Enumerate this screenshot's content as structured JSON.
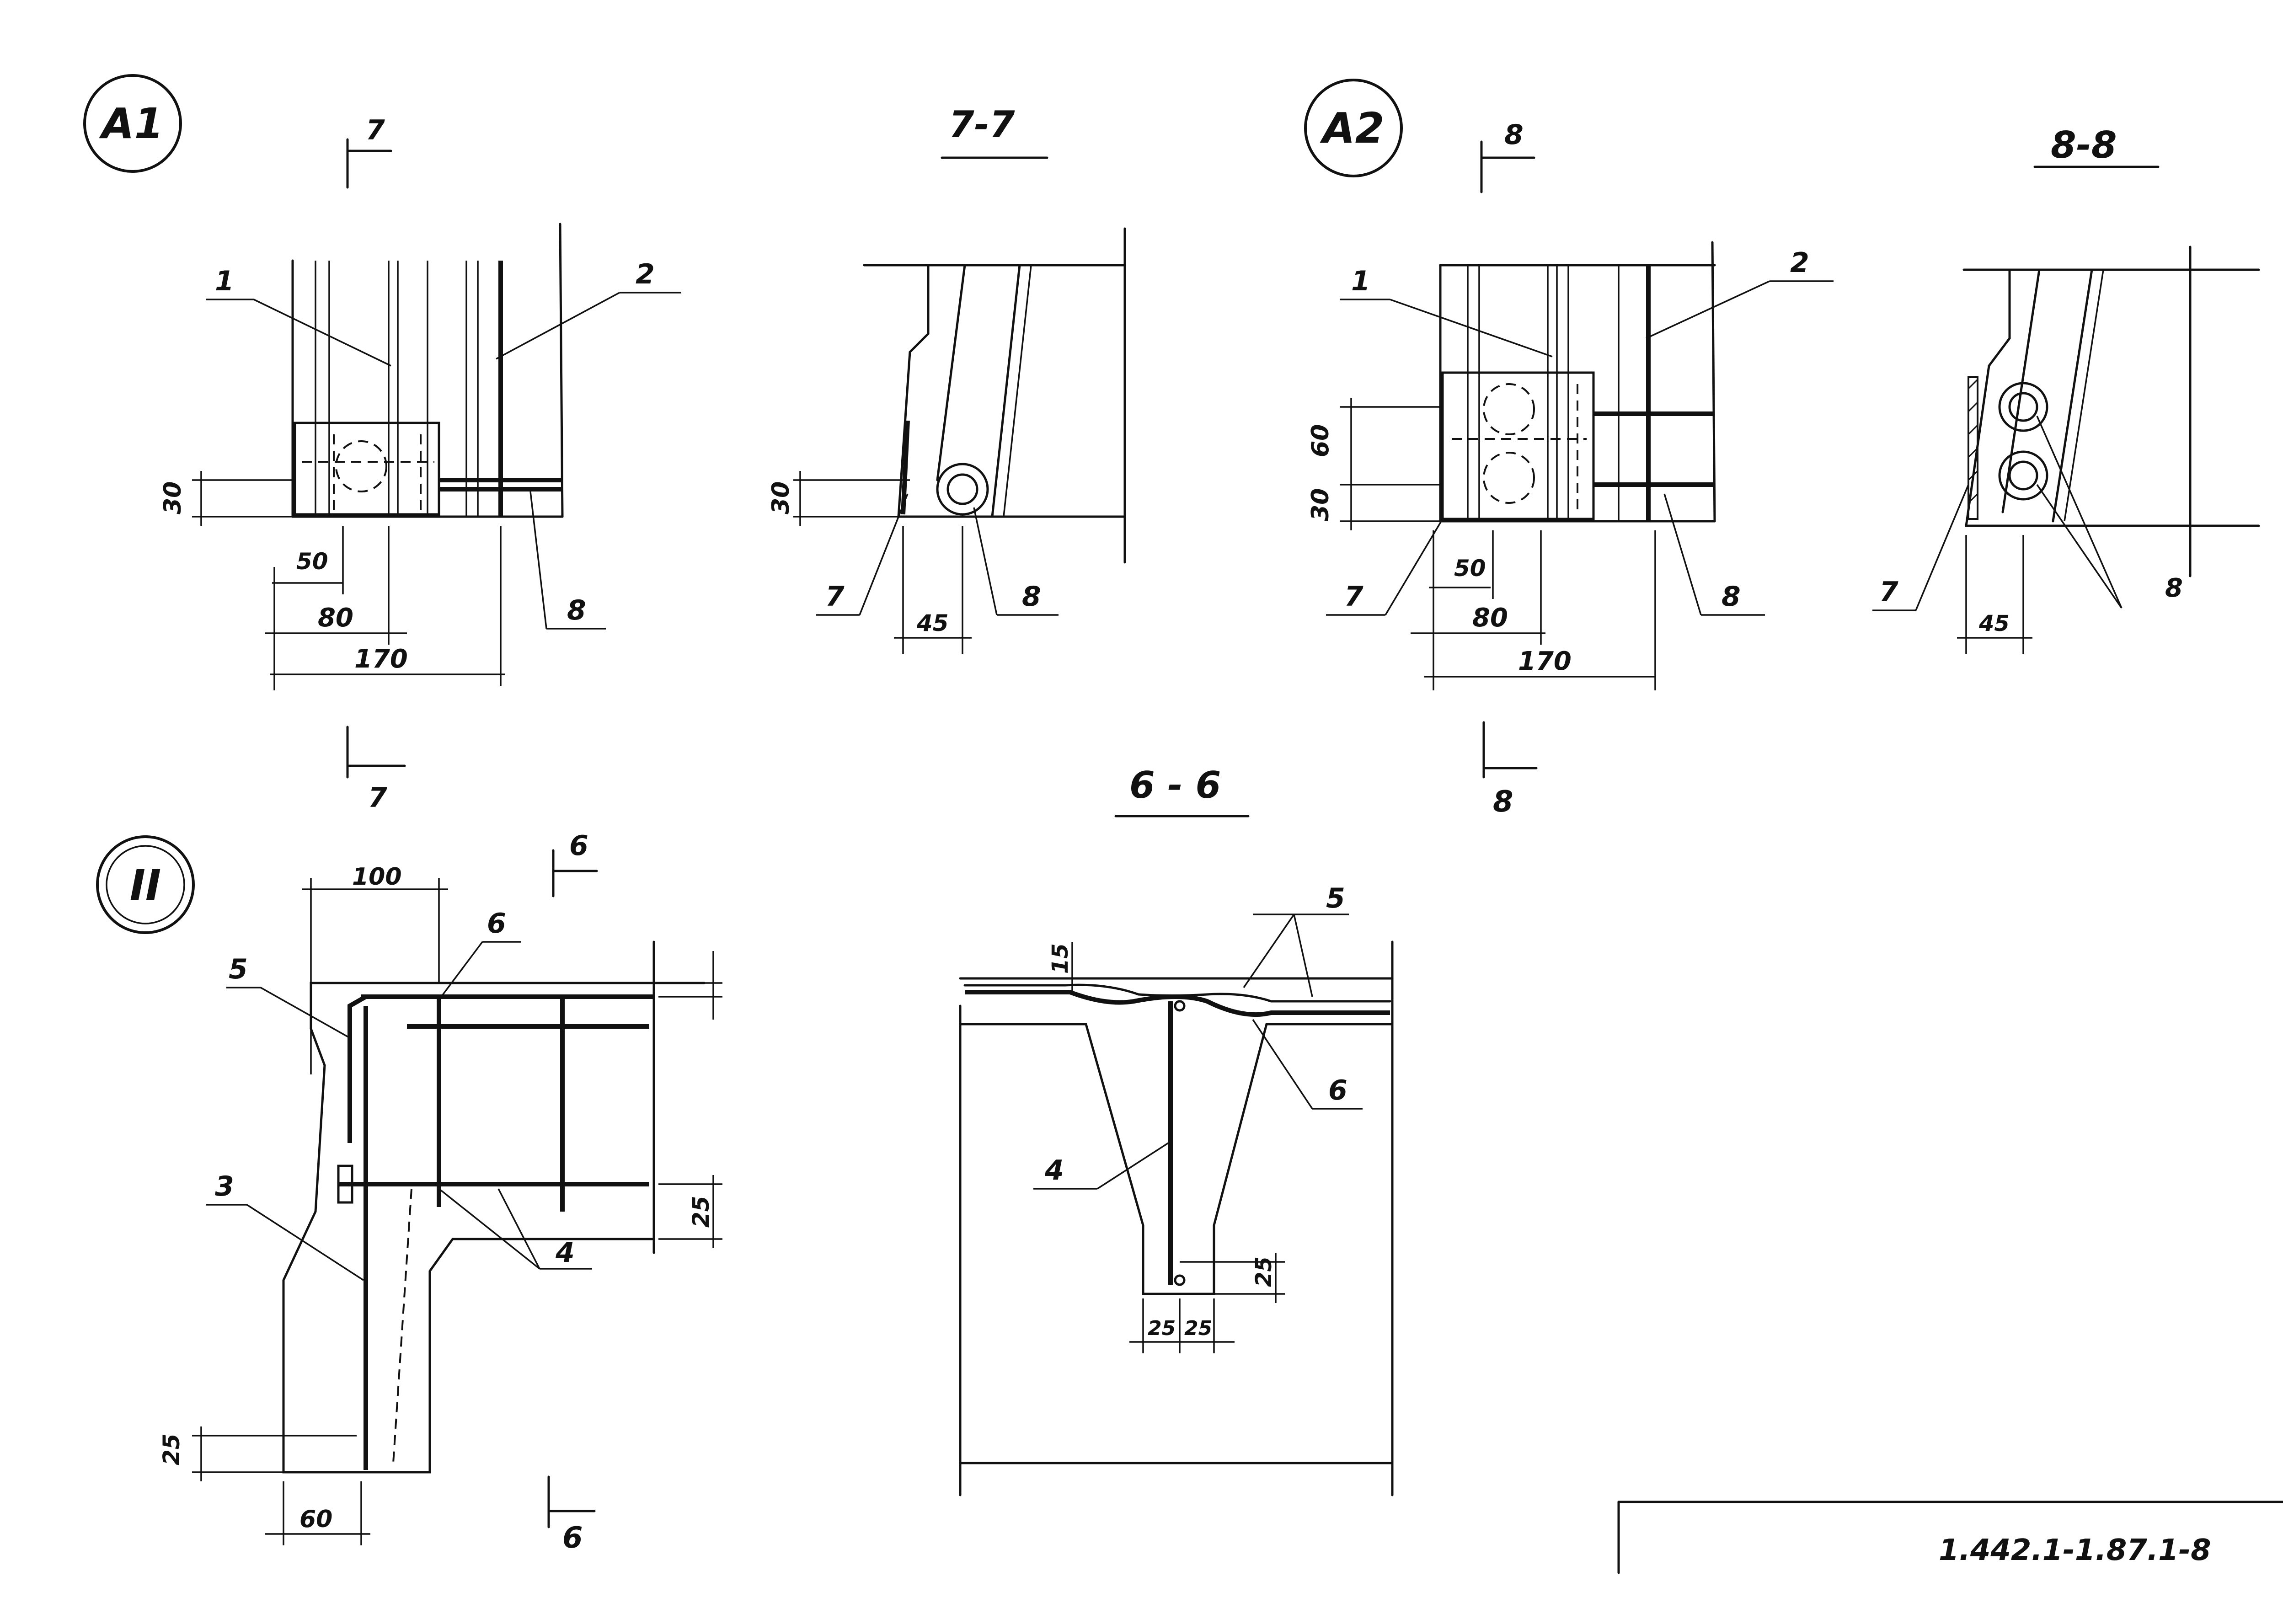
{
  "details": {
    "A1": "A1",
    "A2": "A2",
    "II": "II"
  },
  "sections": {
    "s77": "7-7",
    "s88": "8-8",
    "s66": "6 - 6"
  },
  "markers": {
    "m7": "7",
    "m8": "8",
    "m6": "6"
  },
  "positions": {
    "p1": "1",
    "p2": "2",
    "p3": "3",
    "p4": "4",
    "p5": "5",
    "p6": "6",
    "p7": "7",
    "p8": "8"
  },
  "dimensions": {
    "d30": "30",
    "d50": "50",
    "d80": "80",
    "d170": "170",
    "d45": "45",
    "d60": "60",
    "d100": "100",
    "d25": "25",
    "d15": "15"
  },
  "title_block": {
    "code": "1.442.1-1.87.1-8"
  }
}
